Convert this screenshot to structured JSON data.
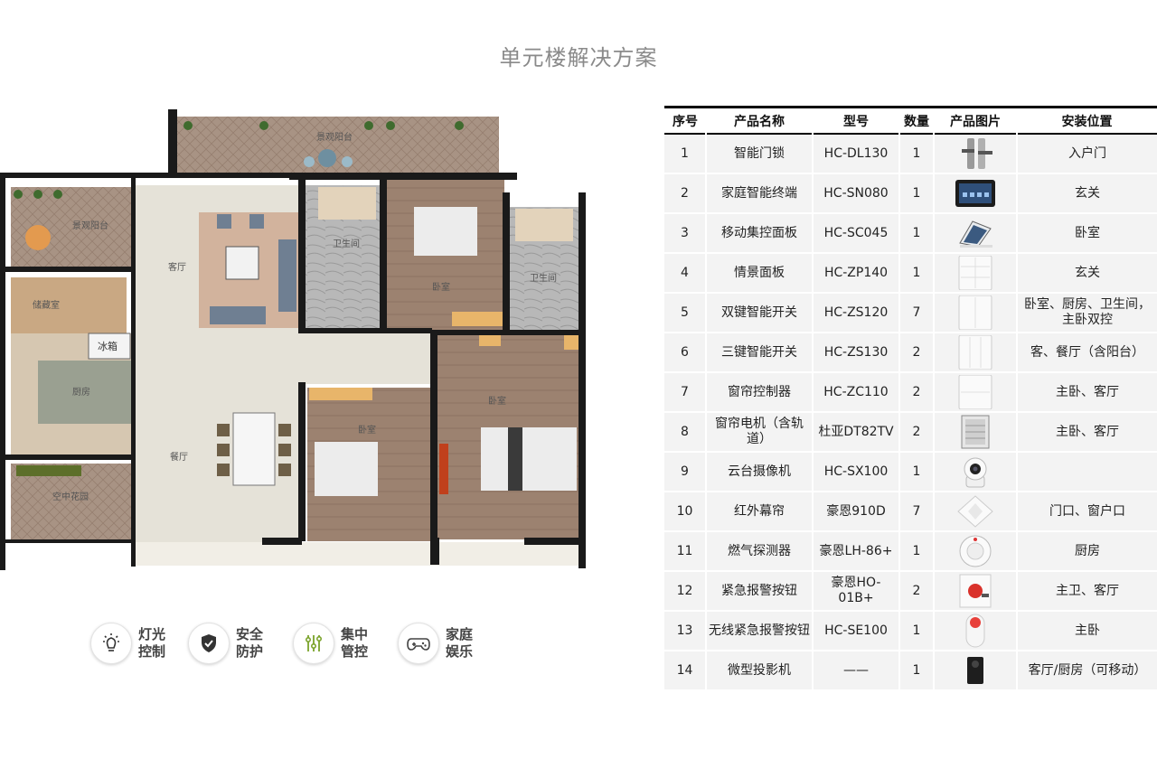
{
  "page": {
    "title": "单元楼解决方案"
  },
  "floorplan": {
    "rooms": {
      "scenic_balcony_top": "景观阳台",
      "scenic_balcony_left": "景观阳台",
      "living_room": "客厅",
      "storage": "储藏室",
      "fridge": "冰箱",
      "kitchen": "厨房",
      "dining": "餐厅",
      "sky_garden": "空中花园",
      "bathroom_1": "卫生间",
      "bedroom_1": "卧室",
      "bathroom_2": "卫生间",
      "bedroom_2": "卧室",
      "bedroom_3": "卧室"
    }
  },
  "features": [
    {
      "icon": "light-bulb-icon",
      "label": "灯光控制"
    },
    {
      "icon": "shield-icon",
      "label": "安全防护"
    },
    {
      "icon": "sliders-icon",
      "label": "集中管控"
    },
    {
      "icon": "gamepad-icon",
      "label": "家庭娱乐"
    }
  ],
  "table": {
    "headers": [
      "序号",
      "产品名称",
      "型号",
      "数量",
      "产品图片",
      "安装位置"
    ],
    "rows": [
      {
        "no": "1",
        "name": "智能门锁",
        "model": "HC-DL130",
        "qty": "1",
        "image": "door-lock",
        "location": "入户门"
      },
      {
        "no": "2",
        "name": "家庭智能终端",
        "model": "HC-SN080",
        "qty": "1",
        "image": "smart-terminal",
        "location": "玄关"
      },
      {
        "no": "3",
        "name": "移动集控面板",
        "model": "HC-SC045",
        "qty": "1",
        "image": "mobile-panel",
        "location": "卧室"
      },
      {
        "no": "4",
        "name": "情景面板",
        "model": "HC-ZP140",
        "qty": "1",
        "image": "scene-panel",
        "location": "玄关"
      },
      {
        "no": "5",
        "name": "双键智能开关",
        "model": "HC-ZS120",
        "qty": "7",
        "image": "double-switch",
        "location": "卧室、厨房、卫生间，主卧双控"
      },
      {
        "no": "6",
        "name": "三键智能开关",
        "model": "HC-ZS130",
        "qty": "2",
        "image": "triple-switch",
        "location": "客、餐厅（含阳台）"
      },
      {
        "no": "7",
        "name": "窗帘控制器",
        "model": "HC-ZC110",
        "qty": "2",
        "image": "curtain-controller",
        "location": "主卧、客厅"
      },
      {
        "no": "8",
        "name": "窗帘电机（含轨道）",
        "model": "杜亚DT82TV",
        "qty": "2",
        "image": "curtain-motor",
        "location": "主卧、客厅"
      },
      {
        "no": "9",
        "name": "云台摄像机",
        "model": "HC-SX100",
        "qty": "1",
        "image": "ptz-camera",
        "location": ""
      },
      {
        "no": "10",
        "name": "红外幕帘",
        "model": "豪恩910D",
        "qty": "7",
        "image": "infrared-curtain",
        "location": "门口、窗户口"
      },
      {
        "no": "11",
        "name": "燃气探测器",
        "model": "豪恩LH-86+",
        "qty": "1",
        "image": "gas-detector",
        "location": "厨房"
      },
      {
        "no": "12",
        "name": "紧急报警按钮",
        "model": "豪恩HO-01B+",
        "qty": "2",
        "image": "emergency-button",
        "location": "主卫、客厅"
      },
      {
        "no": "13",
        "name": "无线紧急报警按钮",
        "model": "HC-SE100",
        "qty": "1",
        "image": "wireless-emergency-button",
        "location": "主卧"
      },
      {
        "no": "14",
        "name": "微型投影机",
        "model": "——",
        "qty": "1",
        "image": "mini-projector",
        "location": "客厅/厨房（可移动）"
      }
    ]
  }
}
